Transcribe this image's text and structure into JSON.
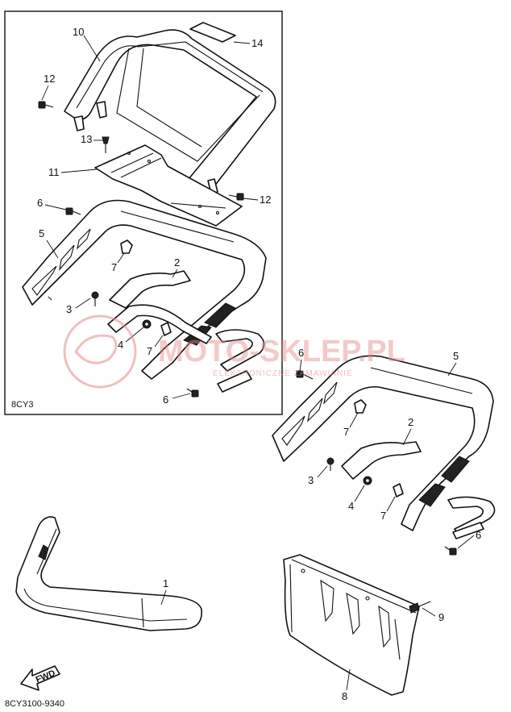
{
  "inset_box": {
    "code": "8CY3"
  },
  "diagram_code": "8CY3100-9340",
  "fwd_label": "FWD",
  "watermark": {
    "logo_text": "MOTO-SKLEP.PL",
    "subtitle": "ELEKTRONICZNE ZAMAWIANIE"
  },
  "callouts": {
    "inset": [
      {
        "id": "10",
        "label": "10"
      },
      {
        "id": "14",
        "label": "14"
      },
      {
        "id": "12a",
        "label": "12"
      },
      {
        "id": "13",
        "label": "13"
      },
      {
        "id": "11",
        "label": "11"
      },
      {
        "id": "12b",
        "label": "12"
      },
      {
        "id": "6a",
        "label": "6"
      },
      {
        "id": "5",
        "label": "5"
      },
      {
        "id": "7a",
        "label": "7"
      },
      {
        "id": "2",
        "label": "2"
      },
      {
        "id": "3",
        "label": "3"
      },
      {
        "id": "4",
        "label": "4"
      },
      {
        "id": "7b",
        "label": "7"
      },
      {
        "id": "6b",
        "label": "6"
      }
    ],
    "main": [
      {
        "id": "6c",
        "label": "6"
      },
      {
        "id": "5m",
        "label": "5"
      },
      {
        "id": "7c",
        "label": "7"
      },
      {
        "id": "2m",
        "label": "2"
      },
      {
        "id": "3m",
        "label": "3"
      },
      {
        "id": "4m",
        "label": "4"
      },
      {
        "id": "7d",
        "label": "7"
      },
      {
        "id": "6d",
        "label": "6"
      },
      {
        "id": "1",
        "label": "1"
      },
      {
        "id": "9",
        "label": "9"
      },
      {
        "id": "8",
        "label": "8"
      }
    ]
  },
  "colors": {
    "line": "#111111",
    "watermark": "#e58a8a",
    "background": "#ffffff"
  }
}
